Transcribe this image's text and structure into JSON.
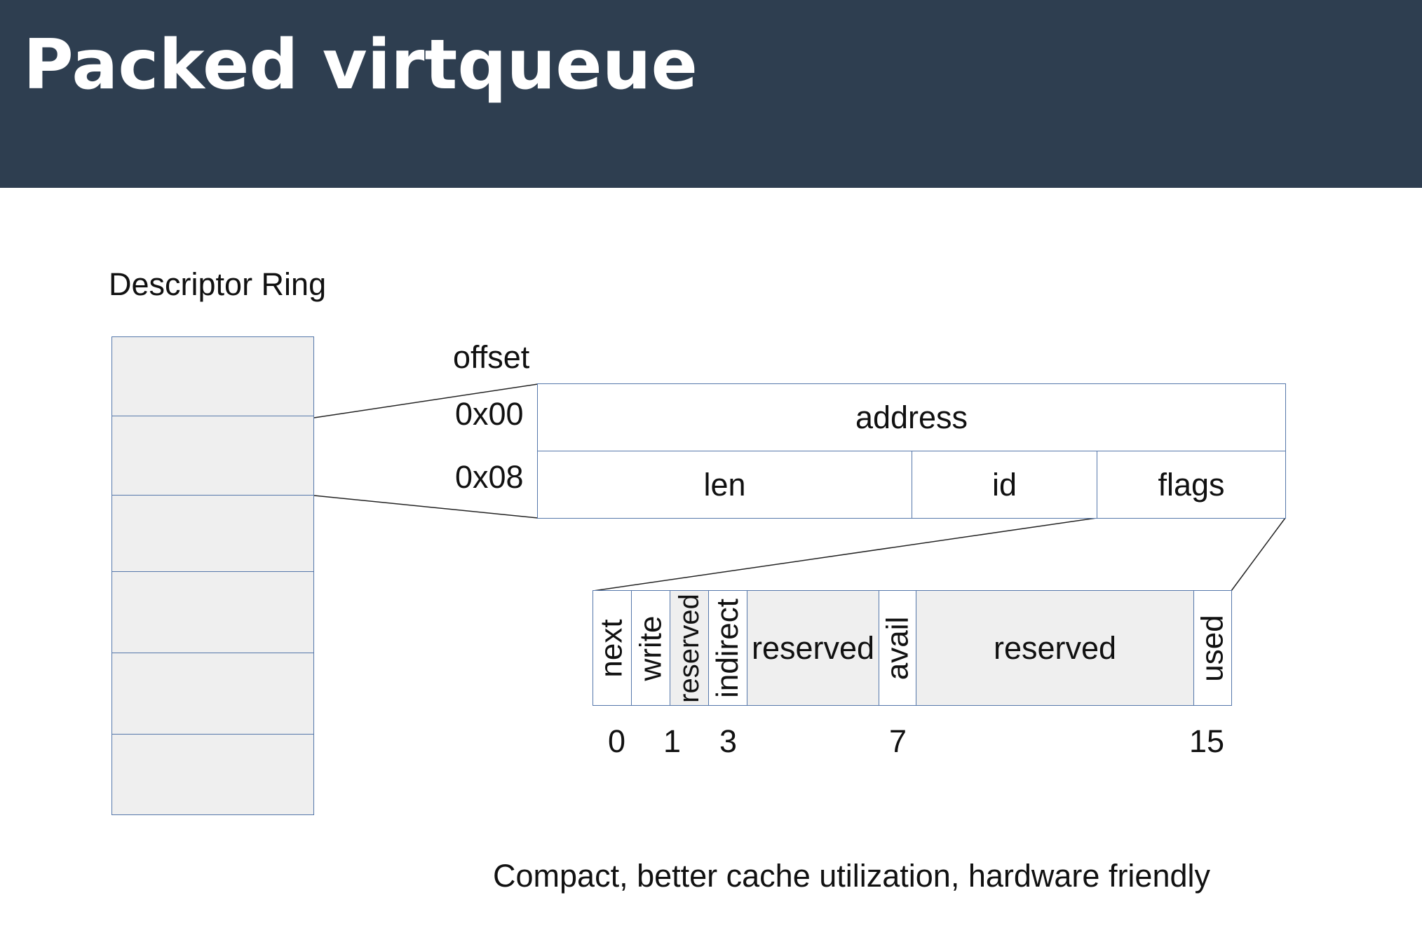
{
  "slide": {
    "title": "Packed virtqueue",
    "header_color": "#2e3e50"
  },
  "ring": {
    "label": "Descriptor Ring",
    "slot_count": 6
  },
  "descriptor": {
    "offset_header": "offset",
    "offsets": [
      "0x00",
      "0x08"
    ],
    "fields": {
      "address": "address",
      "len": "len",
      "id": "id",
      "flags": "flags"
    }
  },
  "flags_bits": {
    "fields": [
      {
        "label": "next",
        "orientation": "vertical",
        "shaded": false
      },
      {
        "label": "write",
        "orientation": "vertical",
        "shaded": false
      },
      {
        "label": "reserved",
        "orientation": "vertical",
        "shaded": true
      },
      {
        "label": "indirect",
        "orientation": "vertical",
        "shaded": false
      },
      {
        "label": "reserved",
        "orientation": "horizontal",
        "shaded": true
      },
      {
        "label": "avail",
        "orientation": "vertical",
        "shaded": false
      },
      {
        "label": "reserved",
        "orientation": "horizontal",
        "shaded": true
      },
      {
        "label": "used",
        "orientation": "vertical",
        "shaded": false
      }
    ],
    "bit_numbers": [
      "0",
      "1",
      "3",
      "7",
      "15"
    ]
  },
  "caption": "Compact, better cache utilization, hardware friendly",
  "colors": {
    "border": "#5577aa",
    "shaded_fill": "#efefef"
  }
}
